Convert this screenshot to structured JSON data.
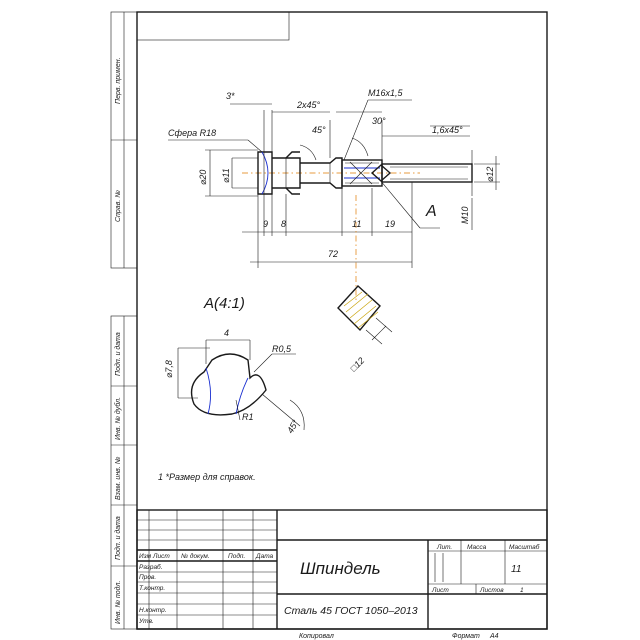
{
  "drawing": {
    "side_strip": [
      "Перв. примен.",
      "Справ. №",
      "Подп. и дата",
      "Инв. № дубл.",
      "Взам. инв. №",
      "Подп. и дата",
      "Инв. № подл."
    ],
    "main_view": {
      "sphere": "Сфера R18",
      "chamfer_left": "2x45°",
      "thread": "M16x1,5",
      "angle_45": "45°",
      "angle_30": "30°",
      "chamfer_right": "1,6x45°",
      "dim_3": "3*",
      "dia_20": "⌀20",
      "dia_11": "⌀11",
      "dia_12": "⌀12",
      "thread_m10": "M10",
      "view_letter": "A",
      "dim_9": "9",
      "dim_8": "8",
      "dim_11": "11",
      "dim_19": "19",
      "dim_72": "72"
    },
    "section_mark": "□12",
    "detail": {
      "title": "A(4:1)",
      "dim_4": "4",
      "dia_78": "⌀7,8",
      "r05": "R0,5",
      "r1": "R1",
      "angle": "45°"
    },
    "note": "1 *Размер для справок."
  },
  "title_block": {
    "headers": [
      "Изм",
      "Лист",
      "№ докум.",
      "Подп.",
      "Дата"
    ],
    "roles": [
      "Разраб.",
      "Пров.",
      "Т.контр.",
      "",
      "Н.контр.",
      "Утв."
    ],
    "part_name": "Шпиндель",
    "material": "Сталь 45 ГОСТ 1050–2013",
    "col_lit": "Лит.",
    "col_mass": "Масса",
    "col_scale": "Масштаб",
    "scale_value": "11",
    "sheet_label": "Лист",
    "sheets_label": "Листов",
    "sheets_value": "1"
  },
  "footer": {
    "copied": "Копировал",
    "format_label": "Формат",
    "format_value": "A4"
  }
}
